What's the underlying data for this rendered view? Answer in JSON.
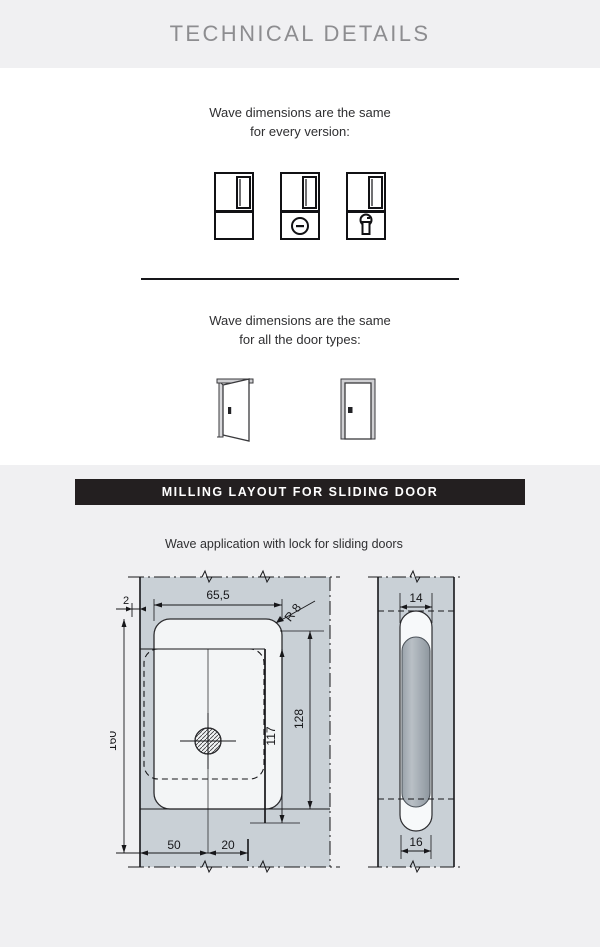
{
  "header": {
    "title": "TECHNICAL DETAILS"
  },
  "section_versions": {
    "caption_line1": "Wave dimensions are the same",
    "caption_line2": "for every version:",
    "variants": [
      {
        "name": "plate-plain",
        "label": "plain plate"
      },
      {
        "name": "plate-thumbturn",
        "label": "thumb turn lock"
      },
      {
        "name": "plate-key",
        "label": "key cylinder lock"
      }
    ]
  },
  "section_doors": {
    "caption_line1": "Wave dimensions are the same",
    "caption_line2": "for all the door types:",
    "doors": [
      {
        "name": "door-open",
        "label": "hinged door"
      },
      {
        "name": "door-closed",
        "label": "flush door"
      }
    ]
  },
  "section_milling": {
    "banner": "MILLING LAYOUT FOR SLIDING DOOR",
    "caption": "Wave application with lock for sliding doors",
    "drawing": {
      "front_view": {
        "dim_edge": "2",
        "dim_width": "65,5",
        "dim_radius": "R 8",
        "dim_height_outer": "160",
        "dim_height_inner": "117",
        "dim_height_mid": "128",
        "dim_bottom_left": "50",
        "dim_bottom_right": "20"
      },
      "side_view": {
        "dim_top": "14",
        "dim_bottom": "16"
      }
    }
  },
  "colors": {
    "page_bg": "#f0f0f2",
    "panel_fill": "#c9d0d6",
    "banner_bg": "#231f20",
    "title_color": "#8d8d90",
    "line_color": "#17171a"
  }
}
